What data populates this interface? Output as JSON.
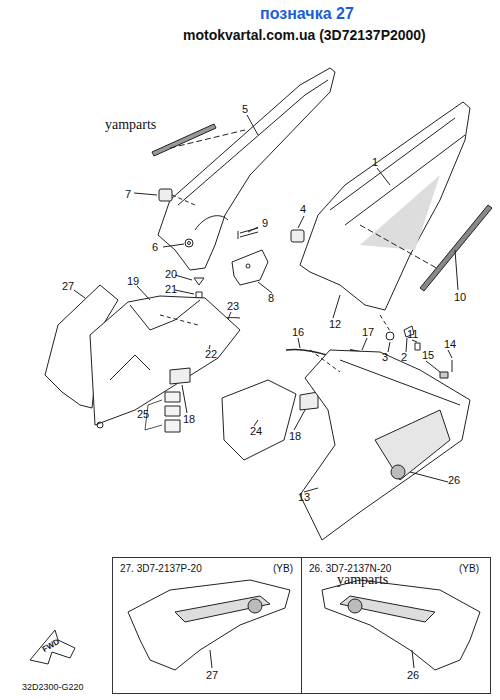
{
  "diagram": {
    "nodes": [
      {
        "text": [
          "27. 3D7-2137P-20",
          "(YB)",
          "27"
        ]
      },
      {
        "text": [
          "26. 3D7-2137N-20",
          "(YB)",
          "26"
        ]
      }
    ],
    "labels": [
      "позначка 27",
      "motokvartal.com.ua (3D72137P2000)",
      "yamparts",
      "5",
      "1",
      "7",
      "4",
      "9",
      "6",
      "27",
      "19",
      "20",
      "21",
      "8",
      "10",
      "23",
      "12",
      "16",
      "17",
      "11",
      "14",
      "3",
      "2",
      "15",
      "22",
      "25",
      "18",
      "24",
      "18",
      "13",
      "26",
      "yamparts",
      "FWD",
      "32D2300-G220"
    ]
  }
}
